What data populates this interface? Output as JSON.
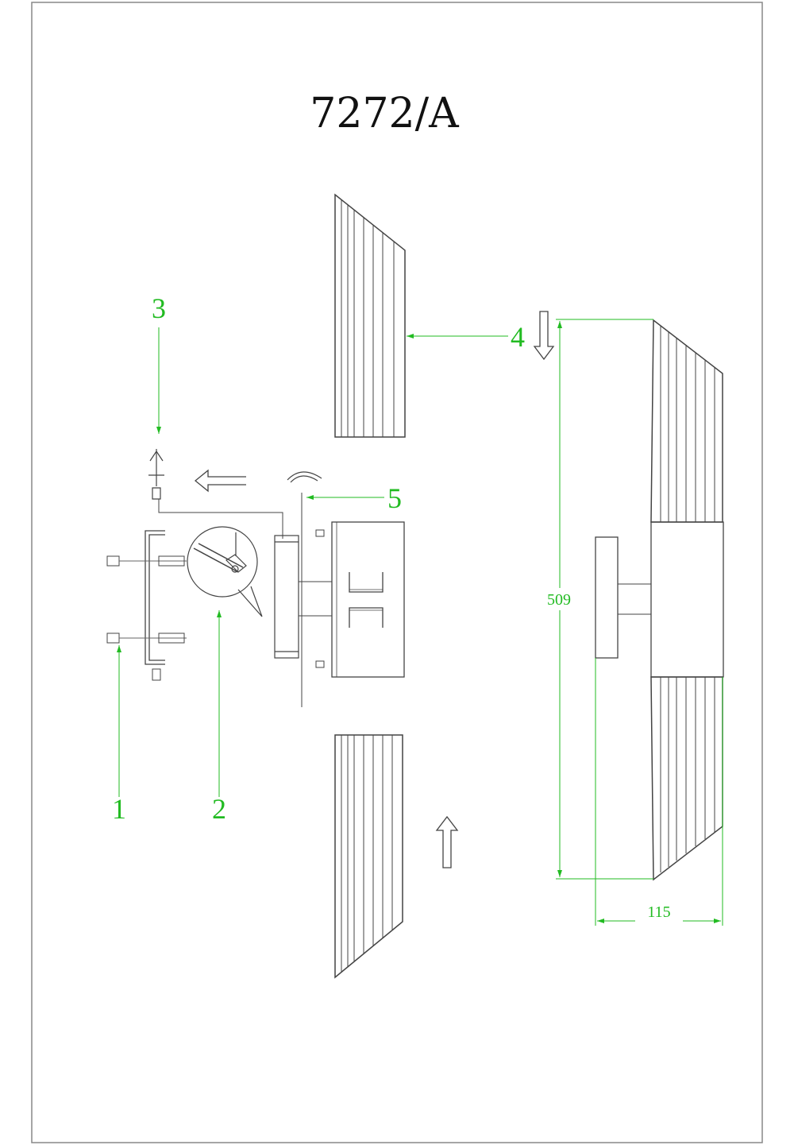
{
  "title": "7272/A",
  "callouts": [
    {
      "id": "1",
      "label": "1"
    },
    {
      "id": "2",
      "label": "2"
    },
    {
      "id": "3",
      "label": "3"
    },
    {
      "id": "4",
      "label": "4"
    },
    {
      "id": "5",
      "label": "5"
    }
  ],
  "dimensions": {
    "height": "509",
    "depth": "115"
  },
  "colors": {
    "line": "#333333",
    "accent": "#22bb22",
    "frame": "#888888"
  }
}
